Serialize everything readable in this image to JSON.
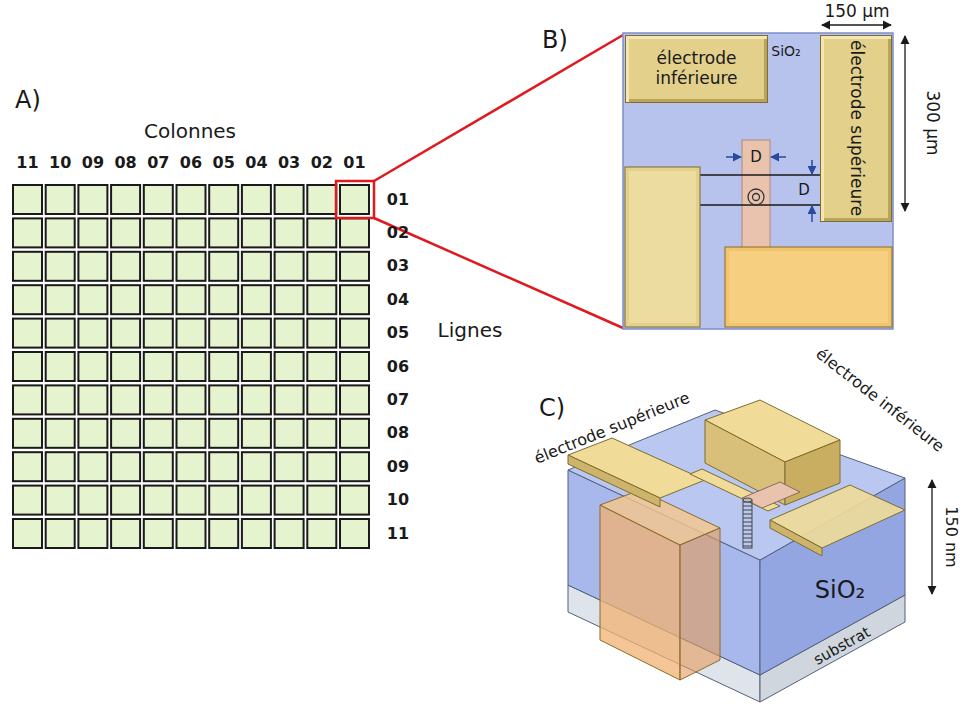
{
  "diagram": {
    "nodes": [
      {
        "text": [
          "électrode inférieure"
        ]
      },
      {
        "text": [
          "électrode supérieure"
        ]
      }
    ],
    "labels": [
      "A)",
      "Colonnes",
      "11",
      "10",
      "09",
      "08",
      "07",
      "06",
      "05",
      "04",
      "03",
      "02",
      "01",
      "01",
      "02",
      "03",
      "04",
      "05",
      "06",
      "07",
      "08",
      "09",
      "10",
      "11",
      "Lignes",
      "B)",
      "SiO₂",
      "D",
      "D",
      "150 µm",
      "300 µm",
      "C)",
      "électrode supérieure",
      "électrode inférieure",
      "SiO₂",
      "150 nm",
      "substrat"
    ]
  }
}
